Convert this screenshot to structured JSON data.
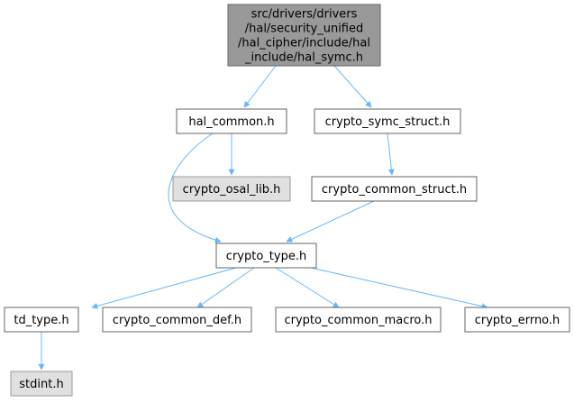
{
  "colors": {
    "edge": "#63b8ff",
    "node_border": "#666666",
    "root_fill": "#999999",
    "root_border": "#666666",
    "missing_fill": "#e0e0e0",
    "missing_border": "#999999",
    "node_fill": "#ffffff"
  },
  "nodes": [
    {
      "id": "hal_symc",
      "lines": [
        "src/drivers/drivers",
        "/hal/security_unified",
        "/hal_cipher/include/hal",
        "_include/hal_symc.h"
      ],
      "kind": "root"
    },
    {
      "id": "hal_common",
      "lines": [
        "hal_common.h"
      ],
      "kind": "normal"
    },
    {
      "id": "crypto_symc_struct",
      "lines": [
        "crypto_symc_struct.h"
      ],
      "kind": "normal"
    },
    {
      "id": "crypto_osal_lib",
      "lines": [
        "crypto_osal_lib.h"
      ],
      "kind": "missing"
    },
    {
      "id": "crypto_common_struct",
      "lines": [
        "crypto_common_struct.h"
      ],
      "kind": "normal"
    },
    {
      "id": "crypto_type",
      "lines": [
        "crypto_type.h"
      ],
      "kind": "normal"
    },
    {
      "id": "td_type",
      "lines": [
        "td_type.h"
      ],
      "kind": "normal"
    },
    {
      "id": "crypto_common_def",
      "lines": [
        "crypto_common_def.h"
      ],
      "kind": "normal"
    },
    {
      "id": "crypto_common_macro",
      "lines": [
        "crypto_common_macro.h"
      ],
      "kind": "normal"
    },
    {
      "id": "crypto_errno",
      "lines": [
        "crypto_errno.h"
      ],
      "kind": "normal"
    },
    {
      "id": "stdint",
      "lines": [
        "stdint.h"
      ],
      "kind": "missing"
    }
  ],
  "edges": [
    {
      "from": "hal_symc",
      "to": "hal_common"
    },
    {
      "from": "hal_symc",
      "to": "crypto_symc_struct"
    },
    {
      "from": "hal_common",
      "to": "crypto_osal_lib"
    },
    {
      "from": "hal_common",
      "to": "crypto_type"
    },
    {
      "from": "crypto_symc_struct",
      "to": "crypto_common_struct"
    },
    {
      "from": "crypto_common_struct",
      "to": "crypto_type"
    },
    {
      "from": "crypto_type",
      "to": "td_type"
    },
    {
      "from": "crypto_type",
      "to": "crypto_common_def"
    },
    {
      "from": "crypto_type",
      "to": "crypto_common_macro"
    },
    {
      "from": "crypto_type",
      "to": "crypto_errno"
    },
    {
      "from": "td_type",
      "to": "stdint"
    }
  ]
}
